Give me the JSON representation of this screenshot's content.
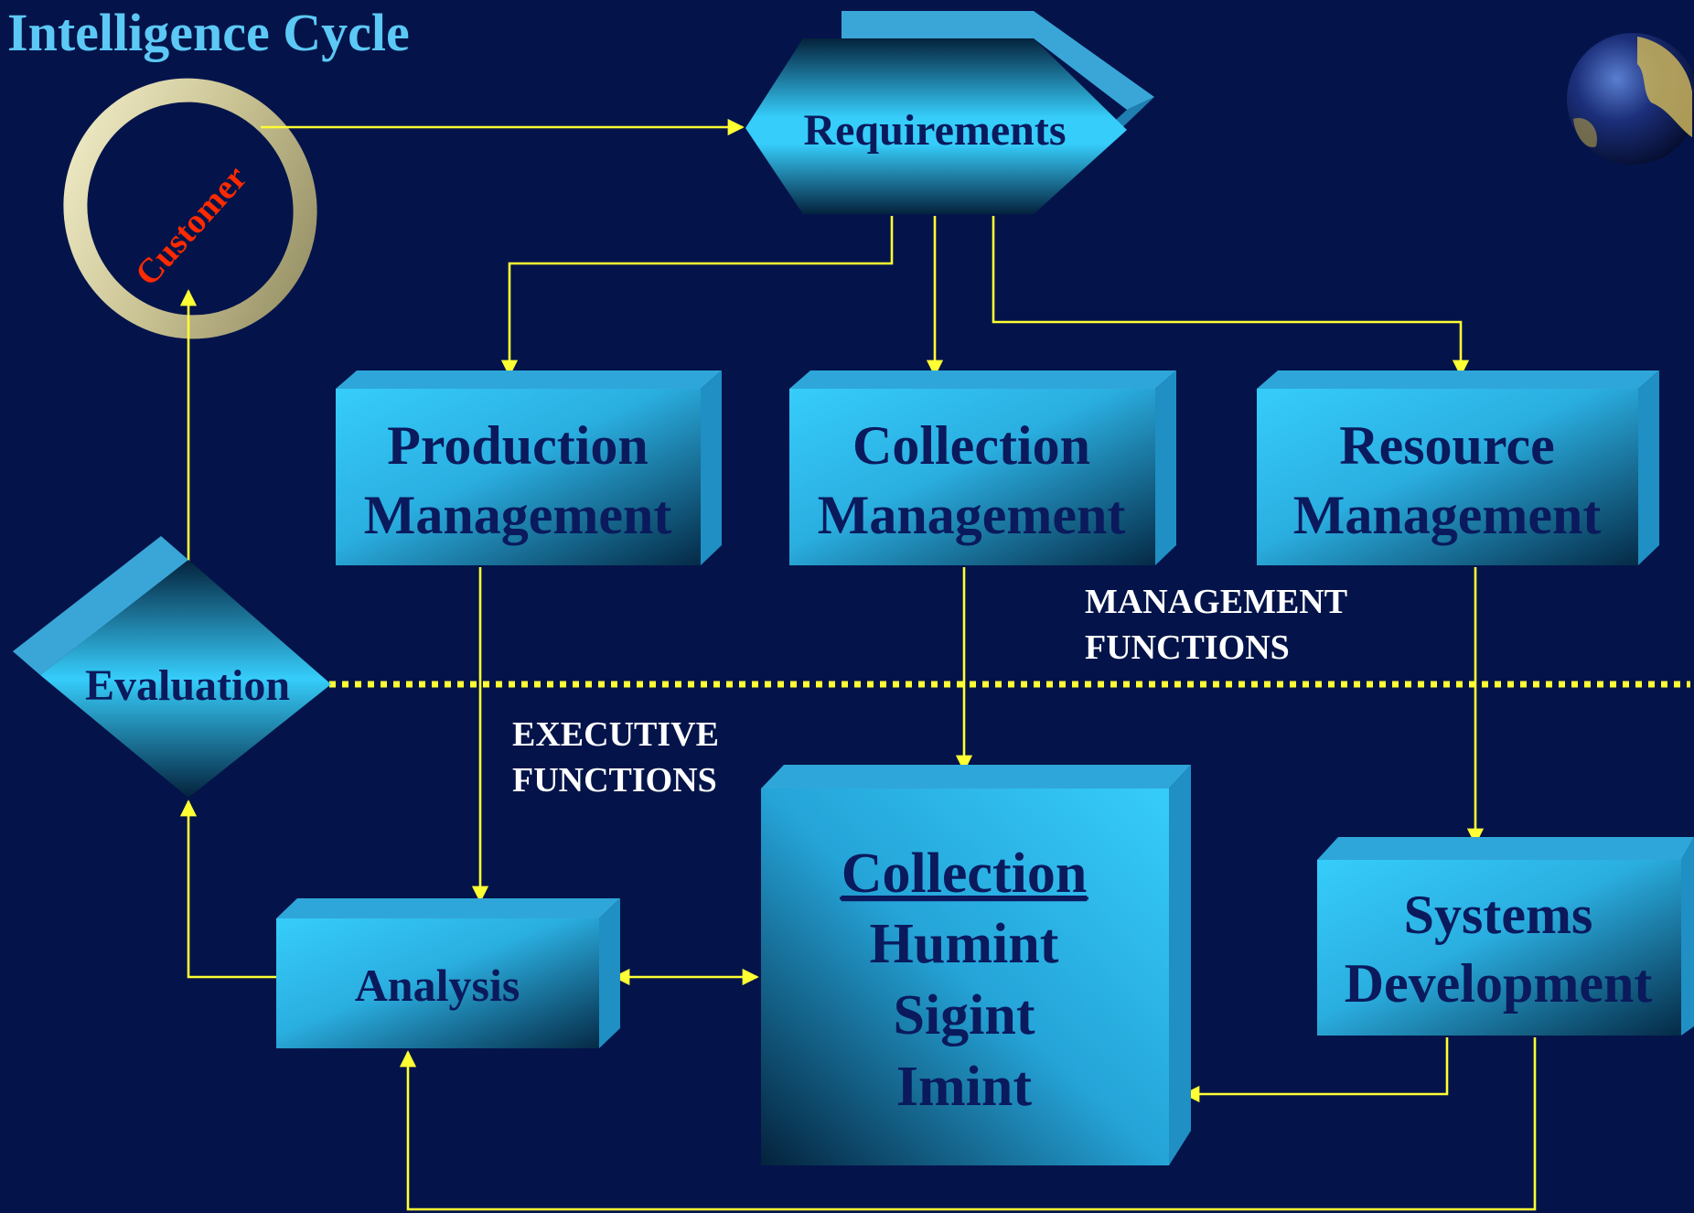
{
  "title": "Intelligence Cycle",
  "customer_label": "Customer",
  "nodes": {
    "requirements": "Requirements",
    "production": [
      "Production",
      "Management"
    ],
    "collection_mgmt": [
      "Collection",
      "Management"
    ],
    "resource": [
      "Resource",
      "Management"
    ],
    "evaluation": "Evaluation",
    "analysis": "Analysis",
    "collection": {
      "heading": "Collection",
      "items": [
        "Humint",
        "Sigint",
        "Imint"
      ]
    },
    "systems": [
      "Systems",
      "Development"
    ]
  },
  "zones": {
    "management": [
      "MANAGEMENT",
      "FUNCTIONS"
    ],
    "executive": [
      "EXECUTIVE",
      "FUNCTIONS"
    ]
  },
  "colors": {
    "background": "#04144a",
    "box_light": "#36cdfb",
    "box_dark": "#052a46",
    "box_side": "#1f8fc4",
    "box_top": "#2fa6d9",
    "arrow": "#ffff33",
    "label": "#0a1a5c",
    "title": "#5cc8f5",
    "customer_text": "#ff2a00",
    "ring": "#d8d3a6"
  },
  "icons": {
    "globe": "earth-globe-icon"
  }
}
